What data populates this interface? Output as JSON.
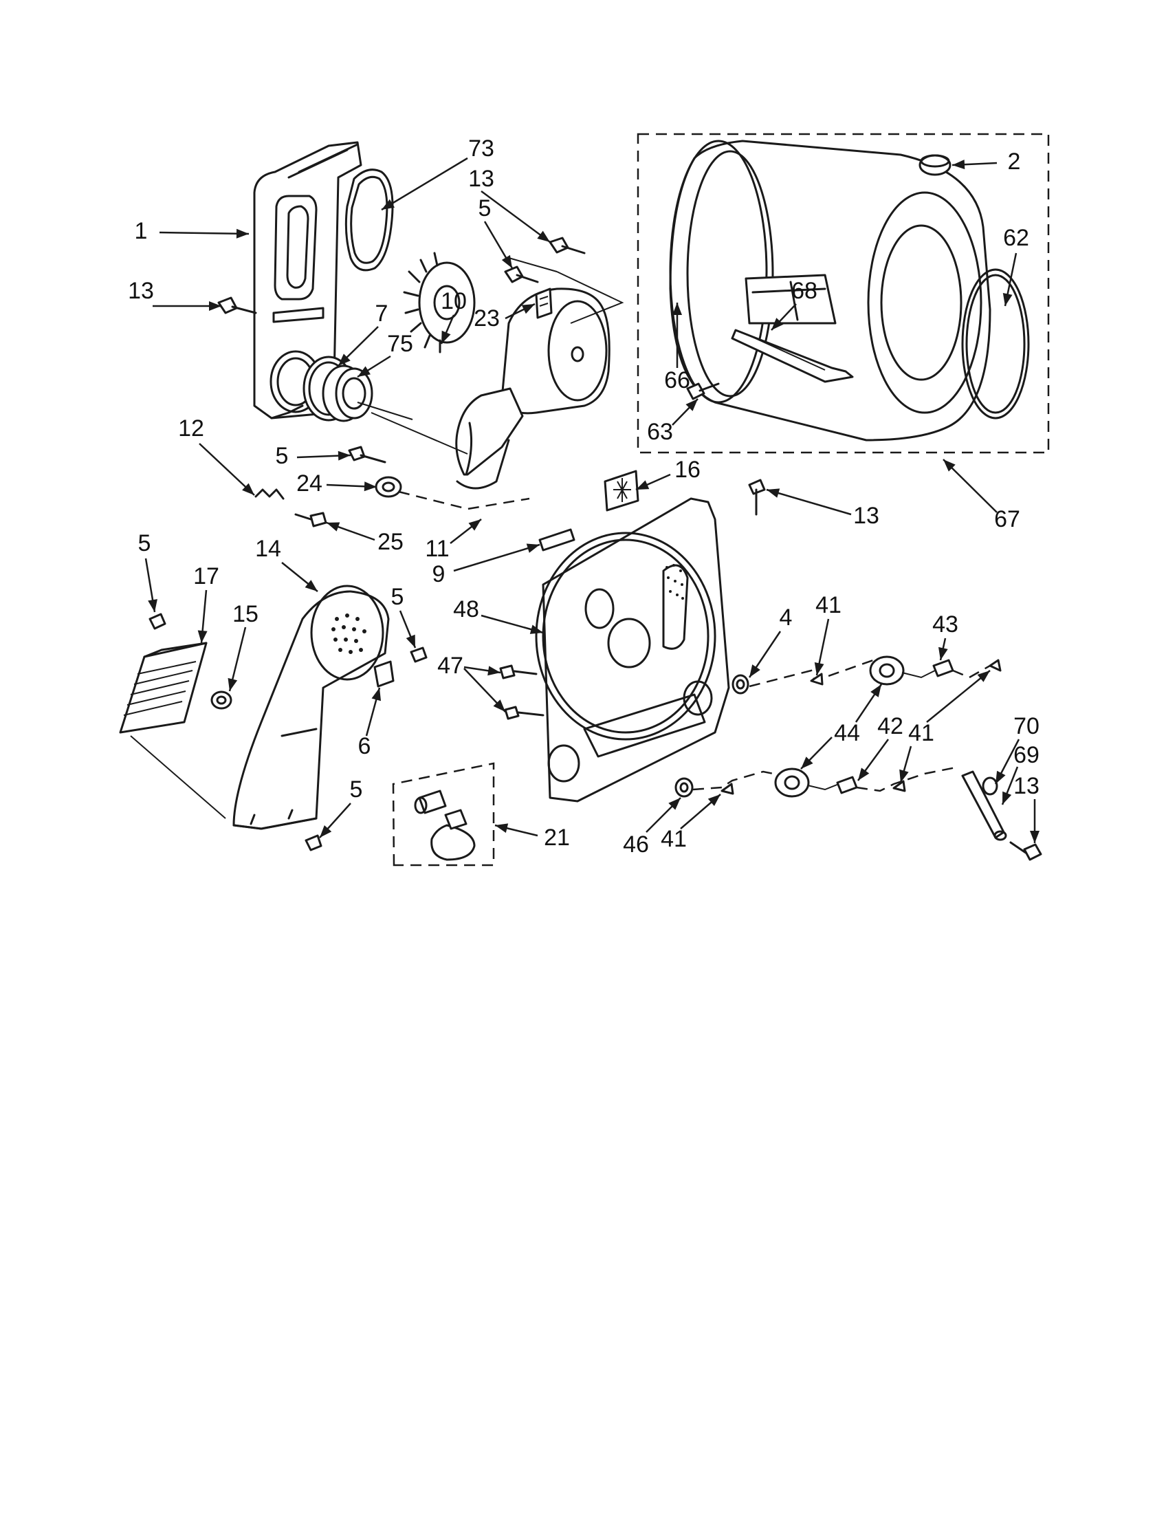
{
  "diagram": {
    "callouts": [
      {
        "id": "c73",
        "label": "73"
      },
      {
        "id": "c13a",
        "label": "13"
      },
      {
        "id": "c5a",
        "label": "5"
      },
      {
        "id": "c2",
        "label": "2"
      },
      {
        "id": "c62",
        "label": "62"
      },
      {
        "id": "c1",
        "label": "1"
      },
      {
        "id": "c13b",
        "label": "13"
      },
      {
        "id": "c7",
        "label": "7"
      },
      {
        "id": "c10",
        "label": "10"
      },
      {
        "id": "c23",
        "label": "23"
      },
      {
        "id": "c75",
        "label": "75"
      },
      {
        "id": "c68",
        "label": "68"
      },
      {
        "id": "c66",
        "label": "66"
      },
      {
        "id": "c63",
        "label": "63"
      },
      {
        "id": "c12",
        "label": "12"
      },
      {
        "id": "c5b",
        "label": "5"
      },
      {
        "id": "c24",
        "label": "24"
      },
      {
        "id": "c16",
        "label": "16"
      },
      {
        "id": "c13c",
        "label": "13"
      },
      {
        "id": "c67",
        "label": "67"
      },
      {
        "id": "c25",
        "label": "25"
      },
      {
        "id": "c11",
        "label": "11"
      },
      {
        "id": "c9",
        "label": "9"
      },
      {
        "id": "c5c",
        "label": "5"
      },
      {
        "id": "c14",
        "label": "14"
      },
      {
        "id": "c17",
        "label": "17"
      },
      {
        "id": "c15",
        "label": "15"
      },
      {
        "id": "c5d",
        "label": "5"
      },
      {
        "id": "c48",
        "label": "48"
      },
      {
        "id": "c41a",
        "label": "41"
      },
      {
        "id": "c4",
        "label": "4"
      },
      {
        "id": "c43",
        "label": "43"
      },
      {
        "id": "c47",
        "label": "47"
      },
      {
        "id": "c6",
        "label": "6"
      },
      {
        "id": "c44",
        "label": "44"
      },
      {
        "id": "c42",
        "label": "42"
      },
      {
        "id": "c41b",
        "label": "41"
      },
      {
        "id": "c70",
        "label": "70"
      },
      {
        "id": "c69",
        "label": "69"
      },
      {
        "id": "c5e",
        "label": "5"
      },
      {
        "id": "c21",
        "label": "21"
      },
      {
        "id": "c13d",
        "label": "13"
      },
      {
        "id": "c46",
        "label": "46"
      },
      {
        "id": "c41c",
        "label": "41"
      }
    ]
  }
}
